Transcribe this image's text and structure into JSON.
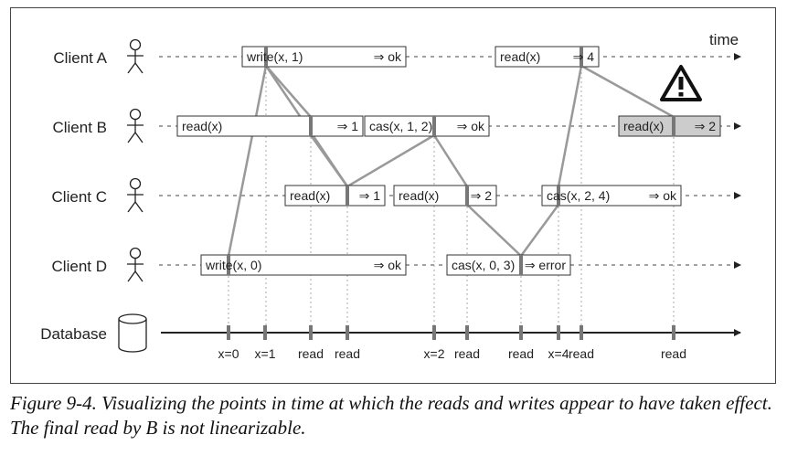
{
  "time_label": "time",
  "clients": [
    {
      "id": "A",
      "label": "Client A"
    },
    {
      "id": "B",
      "label": "Client B"
    },
    {
      "id": "C",
      "label": "Client C"
    },
    {
      "id": "D",
      "label": "Client D"
    }
  ],
  "database_label": "Database",
  "operations": [
    {
      "client": "A",
      "label": "write(x, 1)",
      "result": "⇒ ok",
      "highlight": false
    },
    {
      "client": "A",
      "label": "read(x)",
      "result": "⇒ 4",
      "highlight": false
    },
    {
      "client": "B",
      "label": "read(x)",
      "result": "⇒ 1",
      "highlight": false
    },
    {
      "client": "B",
      "label": "cas(x, 1, 2)",
      "result": "⇒ ok",
      "highlight": false
    },
    {
      "client": "B",
      "label": "read(x)",
      "result": "⇒ 2",
      "highlight": true
    },
    {
      "client": "C",
      "label": "read(x)",
      "result": "⇒ 1",
      "highlight": false
    },
    {
      "client": "C",
      "label": "read(x)",
      "result": "⇒ 2",
      "highlight": false
    },
    {
      "client": "C",
      "label": "cas(x, 2, 4)",
      "result": "⇒ ok",
      "highlight": false
    },
    {
      "client": "D",
      "label": "write(x, 0)",
      "result": "⇒ ok",
      "highlight": false
    },
    {
      "client": "D",
      "label": "cas(x, 0, 3)",
      "result": "⇒ error",
      "highlight": false
    }
  ],
  "database_events": [
    "x=0",
    "x=1",
    "read",
    "read",
    "x=2",
    "read",
    "read",
    "x=4",
    "read",
    "read"
  ],
  "warning_icon": "warning-triangle-icon",
  "caption": "Figure 9-4. Visualizing the points in time at which the reads and writes appear to have taken effect. The final read by B is not linearizable.",
  "colors": {
    "line": "#999999",
    "highlight_fill": "#cccccc",
    "text": "#222222"
  }
}
